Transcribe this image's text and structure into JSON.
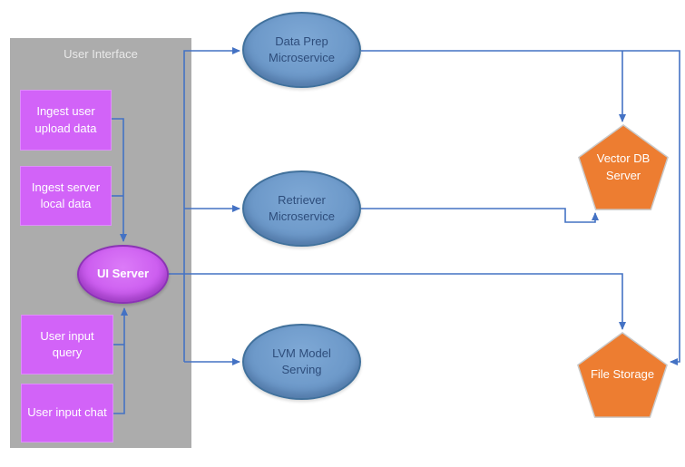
{
  "container": {
    "label": "User Interface"
  },
  "nodes": {
    "ingest_upload": {
      "label": "Ingest user upload data",
      "shape": "rectangle",
      "fill": "#D263F8",
      "text_color": "#FFFFFF"
    },
    "ingest_local": {
      "label": "Ingest server local data",
      "shape": "rectangle",
      "fill": "#D263F8",
      "text_color": "#FFFFFF"
    },
    "input_query": {
      "label": "User input query",
      "shape": "rectangle",
      "fill": "#D263F8",
      "text_color": "#FFFFFF"
    },
    "input_chat": {
      "label": "User input chat",
      "shape": "rectangle",
      "fill": "#D263F8",
      "text_color": "#FFFFFF"
    },
    "ui_server": {
      "label": "UI Server",
      "shape": "ellipse",
      "fill": "#CD5FF0",
      "border": "#8B33B5",
      "text_color": "#FFFFFF"
    },
    "data_prep": {
      "label": "Data Prep Microservice",
      "shape": "ellipse",
      "fill": "#6E9ACA",
      "border": "#41719C",
      "text_color": "#2E4D7B"
    },
    "retriever": {
      "label": "Retriever Microservice",
      "shape": "ellipse",
      "fill": "#6E9ACA",
      "border": "#41719C",
      "text_color": "#2E4D7B"
    },
    "lvm": {
      "label": "LVM Model Serving",
      "shape": "ellipse",
      "fill": "#6E9ACA",
      "border": "#41719C",
      "text_color": "#2E4D7B"
    },
    "vector_db": {
      "label": "Vector DB Server",
      "shape": "pentagon",
      "fill": "#ED7D31",
      "border": "#C9C9C9",
      "text_color": "#FFFFFF"
    },
    "file_storage": {
      "label": "File Storage",
      "shape": "pentagon",
      "fill": "#ED7D31",
      "border": "#C9C9C9",
      "text_color": "#FFFFFF"
    }
  },
  "edges": [
    {
      "from": "ingest_upload",
      "to": "ui_server"
    },
    {
      "from": "ingest_local",
      "to": "ui_server"
    },
    {
      "from": "input_query",
      "to": "ui_server"
    },
    {
      "from": "input_chat",
      "to": "ui_server"
    },
    {
      "from": "ui_server",
      "to": "data_prep"
    },
    {
      "from": "ui_server",
      "to": "retriever"
    },
    {
      "from": "ui_server",
      "to": "lvm"
    },
    {
      "from": "ui_server",
      "to": "file_storage"
    },
    {
      "from": "data_prep",
      "to": "vector_db"
    },
    {
      "from": "data_prep",
      "to": "file_storage"
    },
    {
      "from": "retriever",
      "to": "vector_db"
    }
  ],
  "colors": {
    "connector": "#4472C4",
    "container_fill": "#ACACAC",
    "container_label": "#E9E9E9",
    "background": "#FFFFFF"
  }
}
